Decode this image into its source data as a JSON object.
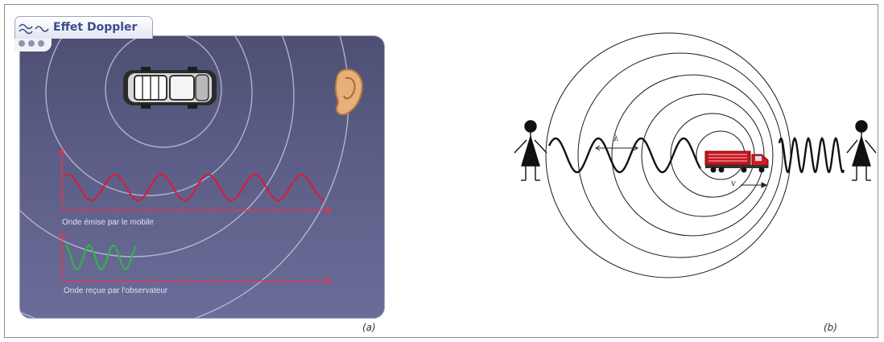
{
  "panel_a": {
    "title": "Effet Doppler",
    "caption_emitted": "Onde émise par le mobile",
    "caption_received": "Onde reçue par l'observateur",
    "label": "(a)",
    "colors": {
      "emitted_wave": "#d21f3c",
      "received_wave": "#2fb34a",
      "axis": "#e8334f",
      "background": "#5b5d86"
    }
  },
  "panel_b": {
    "wavelength_symbol": "λ",
    "velocity_symbol": "v",
    "label": "(b)",
    "colors": {
      "truck": "#c8151b",
      "lines": "#1a1a1a"
    }
  }
}
